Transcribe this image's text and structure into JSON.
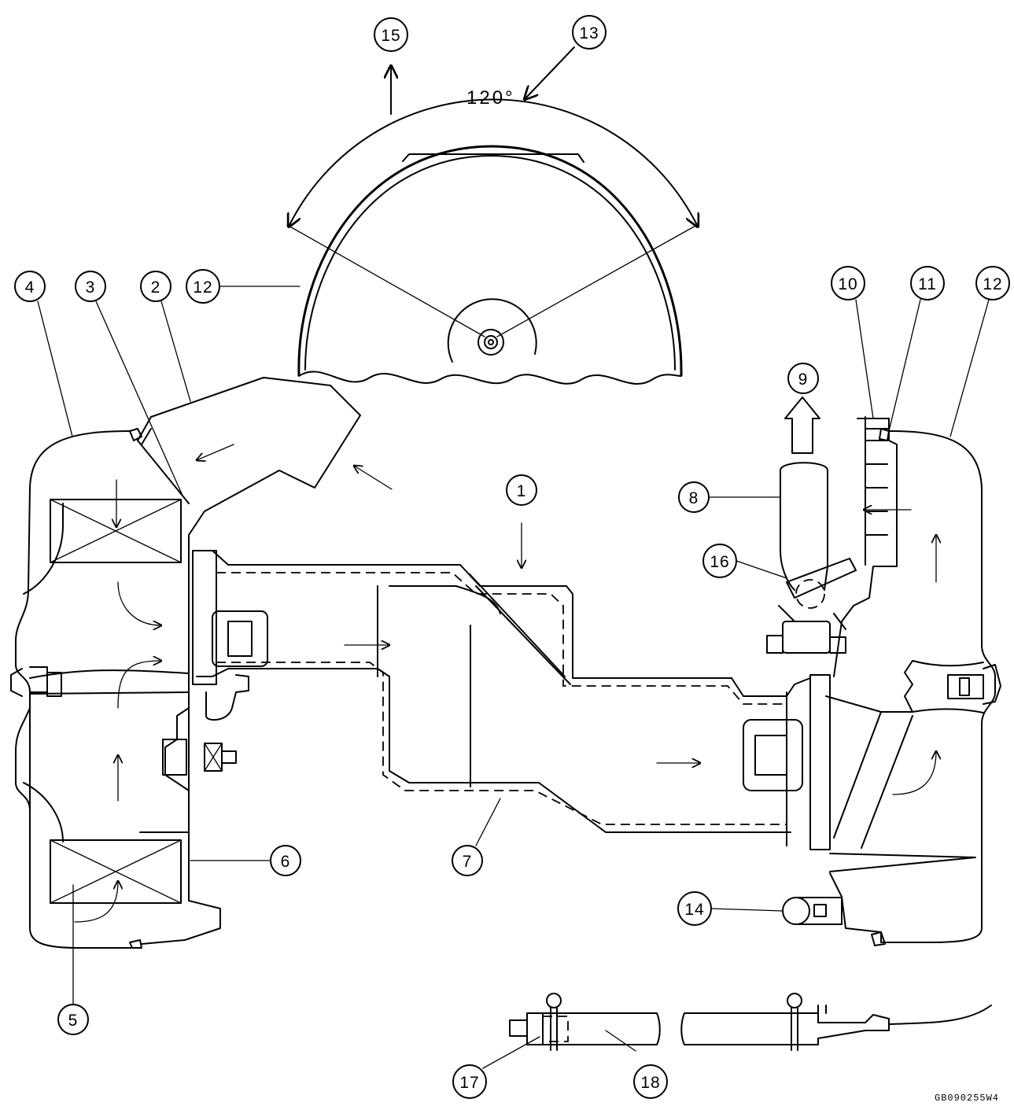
{
  "diagram": {
    "callouts": [
      {
        "id": "c1",
        "label": "1"
      },
      {
        "id": "c2",
        "label": "2"
      },
      {
        "id": "c3",
        "label": "3"
      },
      {
        "id": "c4",
        "label": "4"
      },
      {
        "id": "c5",
        "label": "5"
      },
      {
        "id": "c6",
        "label": "6"
      },
      {
        "id": "c7",
        "label": "7"
      },
      {
        "id": "c8",
        "label": "8"
      },
      {
        "id": "c9",
        "label": "9"
      },
      {
        "id": "c10",
        "label": "10"
      },
      {
        "id": "c11",
        "label": "11"
      },
      {
        "id": "c12a",
        "label": "12"
      },
      {
        "id": "c12b",
        "label": "12"
      },
      {
        "id": "c13",
        "label": "13"
      },
      {
        "id": "c14",
        "label": "14"
      },
      {
        "id": "c15",
        "label": "15"
      },
      {
        "id": "c16",
        "label": "16"
      },
      {
        "id": "c17",
        "label": "17"
      },
      {
        "id": "c18",
        "label": "18"
      }
    ],
    "angle_label": "120°",
    "drawing_code": "GB090255W4"
  }
}
